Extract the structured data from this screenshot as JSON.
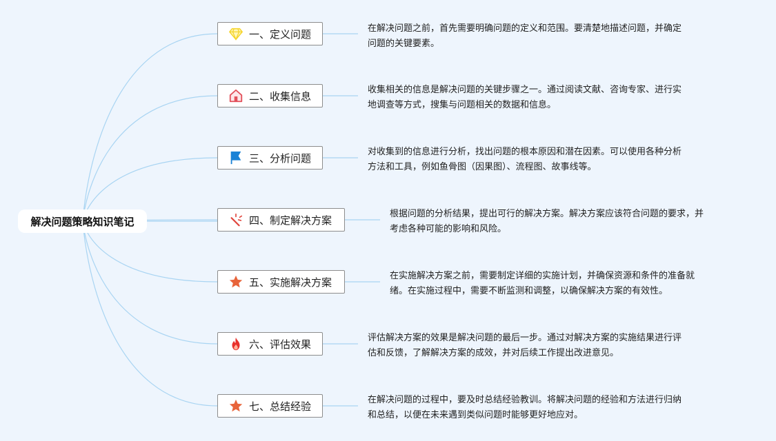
{
  "root": {
    "label": "解决问题策略知识笔记"
  },
  "topics": [
    {
      "icon": "diamond-icon",
      "label": "一、定义问题",
      "description": "在解决问题之前，首先需要明确问题的定义和范围。要清楚地描述问题，并确定\n问题的关键要素。"
    },
    {
      "icon": "house-icon",
      "label": "二、收集信息",
      "description": "收集相关的信息是解决问题的关键步骤之一。通过阅读文献、咨询专家、进行实\n地调查等方式，搜集与问题相关的数据和信息。"
    },
    {
      "icon": "flag-icon",
      "label": "三、分析问题",
      "description": "对收集到的信息进行分析，找出问题的根本原因和潜在因素。可以使用各种分析\n方法和工具，例如鱼骨图（因果图）、流程图、故事线等。"
    },
    {
      "icon": "magic-wand-icon",
      "label": "四、制定解决方案",
      "description": "根据问题的分析结果，提出可行的解决方案。解决方案应该符合问题的要求，并\n考虑各种可能的影响和风险。"
    },
    {
      "icon": "star-icon",
      "label": "五、实施解决方案",
      "description": "在实施解决方案之前，需要制定详细的实施计划，并确保资源和条件的准备就\n绪。在实施过程中，需要不断监测和调整，以确保解决方案的有效性。"
    },
    {
      "icon": "fire-icon",
      "label": "六、评估效果",
      "description": "评估解决方案的效果是解决问题的最后一步。通过对解决方案的实施结果进行评\n估和反馈，了解解决方案的成效，并对后续工作提出改进意见。"
    },
    {
      "icon": "star-icon",
      "label": "七、总结经验",
      "description": "在解决问题的过程中，要及时总结经验教训。将解决问题的经验和方法进行归纳\n和总结，以便在未来遇到类似问题时能够更好地应对。"
    }
  ],
  "colors": {
    "background": "#eef5fd",
    "connector": "#a8d4f2",
    "topic_border": "#8c8c8c",
    "diamond": "#f5d42a",
    "house": "#e2505a",
    "flag": "#1a82d6",
    "wand": "#e0433a",
    "star": "#e8643a",
    "fire": "#e8302b"
  }
}
